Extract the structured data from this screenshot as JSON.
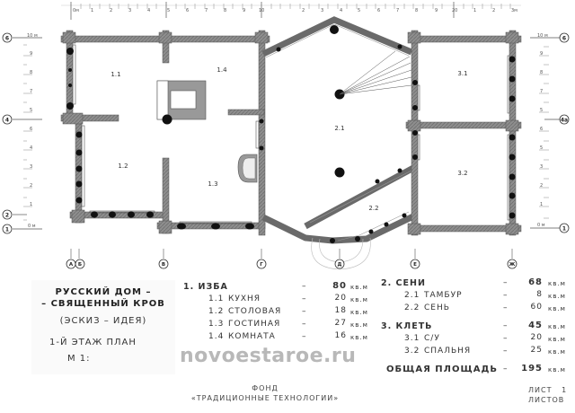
{
  "drawing": {
    "type": "floor_plan",
    "top_ruler": {
      "labels_left": [
        "0м",
        "1",
        "2",
        "3",
        "4",
        "5",
        "6",
        "7",
        "8",
        "9",
        "10"
      ],
      "labels_right": [
        "1",
        "2",
        "3",
        "4",
        "5",
        "6",
        "7",
        "8",
        "9",
        "20",
        "1",
        "2",
        "3м"
      ]
    },
    "left_ruler": {
      "labels": [
        "0 м",
        "1",
        "2",
        "3",
        "4",
        "5",
        "6",
        "7",
        "8",
        "9",
        "10 м"
      ],
      "axis_markers": [
        "6",
        "4",
        "2",
        "1"
      ]
    },
    "right_ruler": {
      "labels": [
        "0 м",
        "1",
        "2",
        "3",
        "4",
        "5",
        "6",
        "7",
        "8",
        "9",
        "10 м"
      ],
      "axis_markers": [
        "6",
        "4а",
        "1"
      ]
    },
    "bottom_axes": [
      "А",
      "Б",
      "В",
      "Г",
      "Д",
      "Е",
      "Ж"
    ],
    "room_labels": {
      "r11": "1.1",
      "r12": "1.2",
      "r13": "1.3",
      "r14": "1.4",
      "r21": "2.1",
      "r22": "2.2",
      "r31": "3.1",
      "r32": "3.2"
    }
  },
  "title_block": {
    "title_line1": "РУССКИЙ ДОМ –",
    "title_line2": "– СВЯЩЕННЫЙ КРОВ",
    "subtitle": "(ЭСКИЗ – ИДЕЯ)",
    "plan_name": "1-Й ЭТАЖ ПЛАН",
    "scale": "М 1:"
  },
  "areas": {
    "unit": "кв.м",
    "groups": [
      {
        "num": "1.",
        "name": "ИЗБА",
        "value": "80",
        "items": [
          {
            "num": "1.1",
            "name": "КУХНЯ",
            "value": "20"
          },
          {
            "num": "1.2",
            "name": "СТОЛОВАЯ",
            "value": "18"
          },
          {
            "num": "1.3",
            "name": "ГОСТИНАЯ",
            "value": "27"
          },
          {
            "num": "1.4",
            "name": "КОМНАТА",
            "value": "16"
          }
        ]
      },
      {
        "num": "2.",
        "name": "СЕНИ",
        "value": "68",
        "items": [
          {
            "num": "2.1",
            "name": "ТАМБУР",
            "value": "8"
          },
          {
            "num": "2.2",
            "name": "СЕНЬ",
            "value": "60"
          }
        ]
      },
      {
        "num": "3.",
        "name": "КЛЕТЬ",
        "value": "45",
        "items": [
          {
            "num": "3.1",
            "name": "С/У",
            "value": "20"
          },
          {
            "num": "3.2",
            "name": "СПАЛЬНЯ",
            "value": "25"
          }
        ]
      }
    ],
    "total_label": "ОБЩАЯ ПЛОЩАДЬ",
    "total_value": "195"
  },
  "dash": "–",
  "watermark": "novoestaroe.ru",
  "footer": {
    "org_line1": "ФОНД",
    "org_line2": "«ТРАДИЦИОННЫЕ ТЕХНОЛОГИИ»",
    "sheet_label": "ЛИСТ",
    "sheet_num": "1",
    "sheets_label": "ЛИСТОВ"
  },
  "colors": {
    "wall": "#8a8a8a",
    "wall_dark": "#5a5a5a",
    "post": "#111111",
    "line": "#333333"
  }
}
